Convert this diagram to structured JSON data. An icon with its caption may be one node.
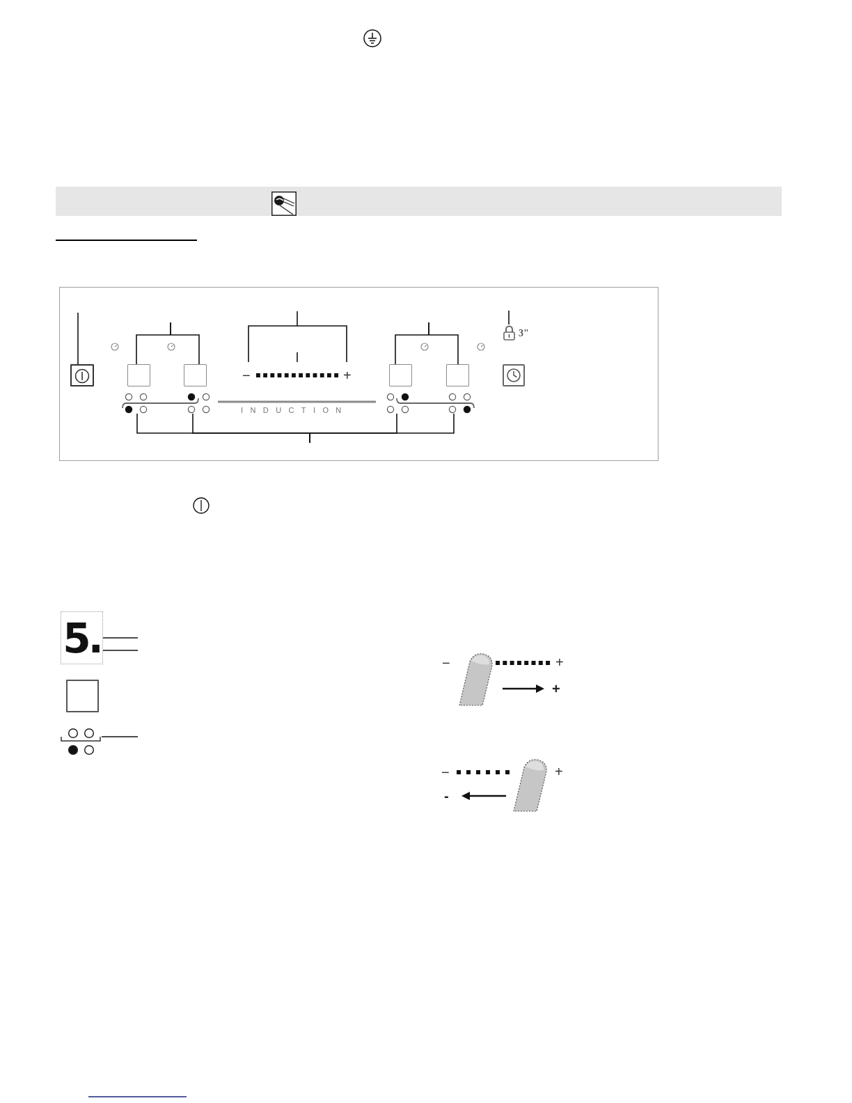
{
  "diagram": {
    "nodes": [
      {
        "text": [],
        "shape": "box"
      },
      {
        "text": [],
        "shape": "box"
      },
      {
        "text": [],
        "shape": "box"
      },
      {
        "text": [
          "−",
          "+"
        ]
      },
      {
        "text": [],
        "shape": "box"
      },
      {
        "text": [],
        "shape": "box"
      },
      {
        "text": [],
        "shape": "picture",
        "beside": [
          "3\""
        ]
      },
      {
        "text": [],
        "shape": "picture"
      },
      {
        "text": [],
        "shape": "picture"
      },
      {
        "text": [],
        "shape": "picture"
      },
      {
        "text": [],
        "shape": "picture"
      },
      {
        "text": [
          "5."
        ]
      },
      {
        "text": [],
        "shape": "box"
      },
      {
        "text": [],
        "shape": "picture"
      }
    ],
    "edges": [
      {
        "from": null,
        "to": 0,
        "arrow": "none"
      },
      {
        "from": null,
        "to": 1,
        "arrow": "none"
      },
      {
        "from": null,
        "to": 2,
        "arrow": "none"
      },
      {
        "from": null,
        "to": 3,
        "arrow": "none"
      },
      {
        "from": null,
        "to": 3,
        "arrow": "none"
      },
      {
        "from": null,
        "to": 4,
        "arrow": "none"
      },
      {
        "from": null,
        "to": 5,
        "arrow": "none"
      },
      {
        "from": null,
        "to": 6,
        "arrow": "none"
      },
      {
        "from": null,
        "to": 7,
        "arrow": "none"
      },
      {
        "from": null,
        "to": 8,
        "arrow": "none"
      },
      {
        "from": null,
        "to": 9,
        "arrow": "none"
      },
      {
        "from": null,
        "to": 10,
        "arrow": "none"
      },
      {
        "from": null,
        "to": 11,
        "arrow": "none"
      },
      {
        "from": null,
        "to": 11,
        "arrow": "none"
      },
      {
        "from": null,
        "to": 13,
        "arrow": "none"
      }
    ],
    "labels": [
      "INDUCTION",
      "−",
      "+",
      "+",
      "−",
      "+",
      "-"
    ]
  }
}
